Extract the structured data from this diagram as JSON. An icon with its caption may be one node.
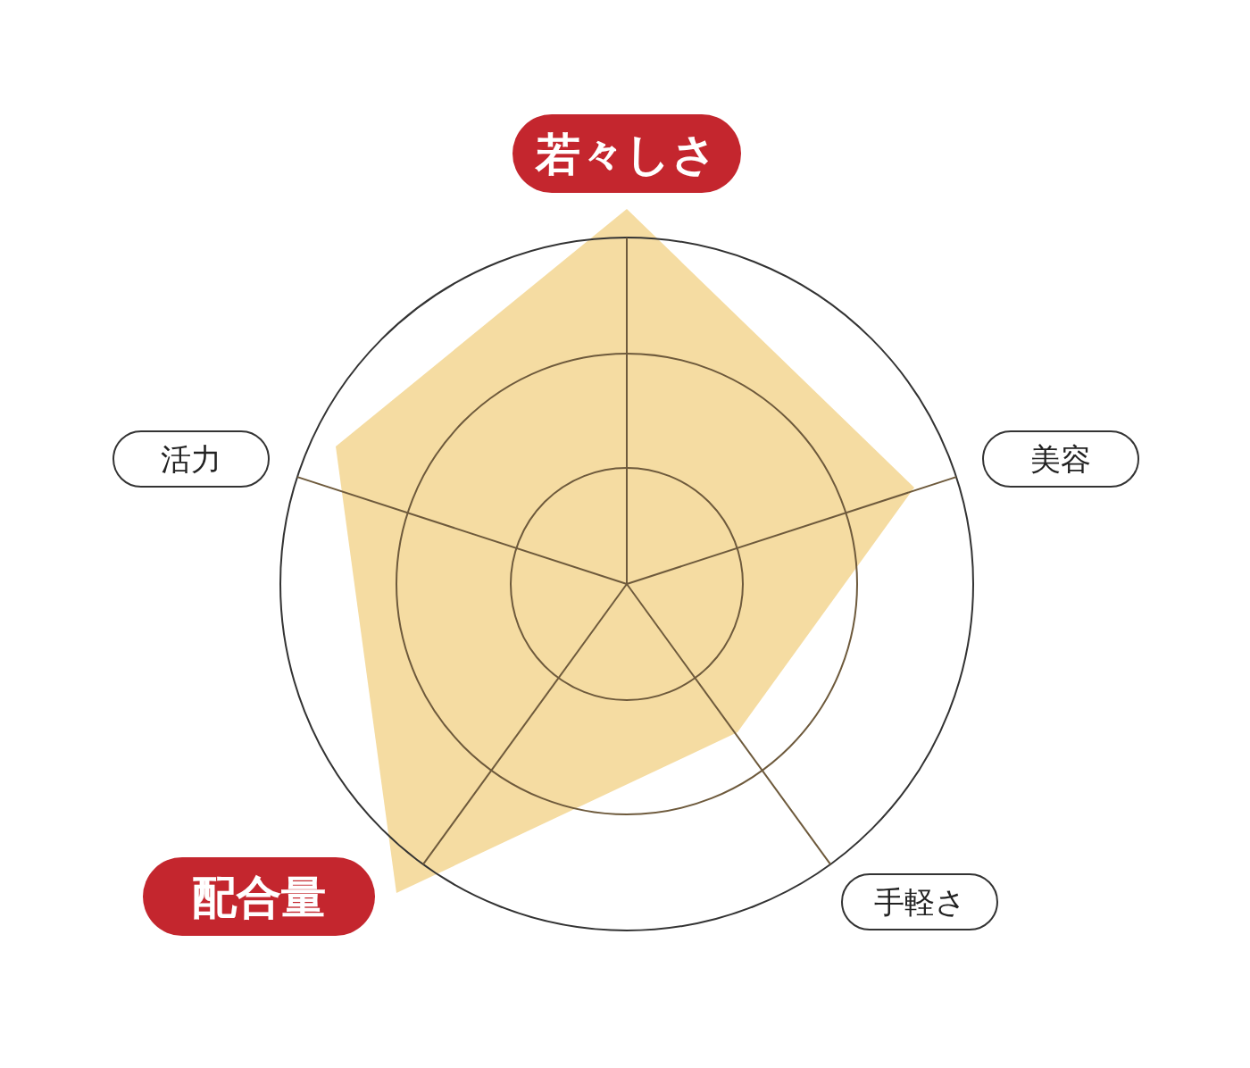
{
  "diagram": {
    "nodes": [
      {
        "text": [
          "若々しさ"
        ]
      },
      {
        "text": [
          "活力"
        ]
      },
      {
        "text": [
          "美容"
        ]
      },
      {
        "text": [
          "配合量"
        ]
      },
      {
        "text": [
          "手軽さ"
        ]
      }
    ]
  }
}
